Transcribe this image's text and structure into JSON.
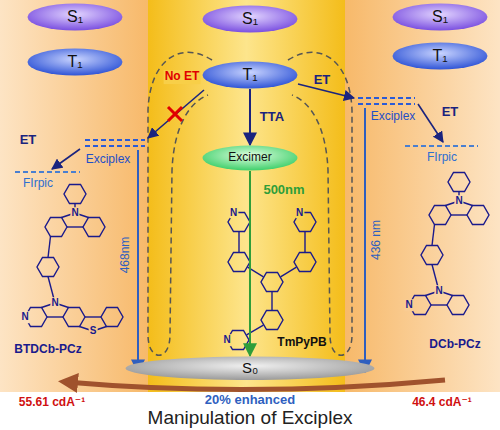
{
  "diagram": {
    "title": "Manipulation of Exciplex",
    "nodes": [
      {
        "text": [
          "S₁"
        ]
      },
      {
        "text": [
          "S₁"
        ]
      },
      {
        "text": [
          "S₁"
        ]
      },
      {
        "text": [
          "T₁"
        ]
      },
      {
        "text": [
          "T₁"
        ]
      },
      {
        "text": [
          "T₁"
        ]
      },
      {
        "text": [
          "Excimer"
        ]
      },
      {
        "text": [
          "S₀"
        ]
      }
    ],
    "edges": [
      {
        "from": 4,
        "to": 6,
        "arrow": "to",
        "label": "TTA"
      },
      {
        "from": 6,
        "to": 7,
        "arrow": "to",
        "label": "500nm"
      }
    ],
    "labels": [
      "ET",
      "Exciplex",
      "FIrpic",
      "468nm",
      "N",
      "N",
      "N",
      "S",
      "BTDCb-PCz",
      "55.61 cdA⁻¹",
      "No ET",
      "N",
      "N",
      "N",
      "TmPyPB",
      "20% enhanced",
      "ET",
      "Exciplex",
      "ET",
      "FIrpic",
      "436 nm",
      "N",
      "N",
      "N",
      "DCb-PCz",
      "46.4 cdA⁻¹"
    ]
  }
}
